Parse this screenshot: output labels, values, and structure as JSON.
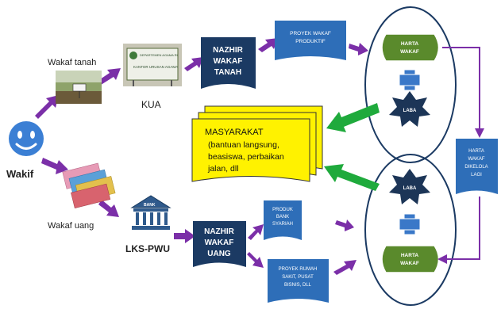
{
  "colors": {
    "navy": "#1b3a63",
    "blue_doc": "#2e6eb8",
    "purple_arrow": "#7b2fa8",
    "green_arrow": "#1faa3c",
    "olive": "#5a8a2c",
    "star": "#1c3557",
    "yellow": "#fff200",
    "plus_blue": "#3a78c8"
  },
  "labels": {
    "wakif": "Wakif",
    "wakaf_tanah": "Wakaf tanah",
    "wakaf_uang": "Wakaf uang",
    "kua": "KUA",
    "lks": "LKS-PWU",
    "kua_sign_line1": "DEPARTEMEN AGAMA RI",
    "kua_sign_line2": "KANTOR URUSAN AGAMA",
    "bank_sign": "BANK"
  },
  "nazhir_tanah": {
    "l1": "NAZHIR",
    "l2": "WAKAF",
    "l3": "TANAH"
  },
  "nazhir_uang": {
    "l1": "NAZHIR",
    "l2": "WAKAF",
    "l3": "UANG"
  },
  "proyek_produktif": {
    "l1": "PROYEK WAKAF",
    "l2": "PRODUKTIF"
  },
  "produk_bank": {
    "l1": "PRODUK",
    "l2": "BANK",
    "l3": "SYARIAH"
  },
  "proyek_rumah": {
    "l1": "PROYEK RUMAH",
    "l2": "SAKIT, PUSAT",
    "l3": "BISNIS, DLL"
  },
  "harta_wakaf_top": {
    "l1": "HARTA",
    "l2": "WAKAF"
  },
  "harta_wakaf_bottom": {
    "l1": "HARTA",
    "l2": "WAKAF"
  },
  "laba_top": "LABA",
  "laba_bottom": "LABA",
  "harta_dikelola": {
    "l1": "HARTA",
    "l2": "WAKAF",
    "l3": "DIKELOLA",
    "l4": "LAGI"
  },
  "masyarakat": {
    "l1": "MASYARAKAT",
    "l2": "(bantuan langsung,",
    "l3": "beasiswa, perbaikan",
    "l4": "jalan, dll"
  }
}
